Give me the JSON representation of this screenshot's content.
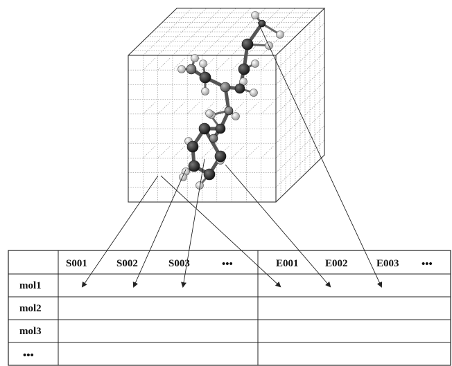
{
  "table": {
    "header_s": [
      "S001",
      "S002",
      "S003",
      "•••"
    ],
    "header_e": [
      "E001",
      "E002",
      "E003",
      "•••"
    ],
    "rows": [
      "mol1",
      "mol2",
      "mol3",
      "•••"
    ]
  },
  "colors": {
    "line": "#222222",
    "grid": "#8a8a8a",
    "atom_dark": "#1e1e1e",
    "atom_mid": "#6a6a6a",
    "atom_light": "#eeeeee"
  },
  "icons": {
    "molecule": "ball-and-stick-molecule",
    "grid": "3d-lattice-cube"
  }
}
